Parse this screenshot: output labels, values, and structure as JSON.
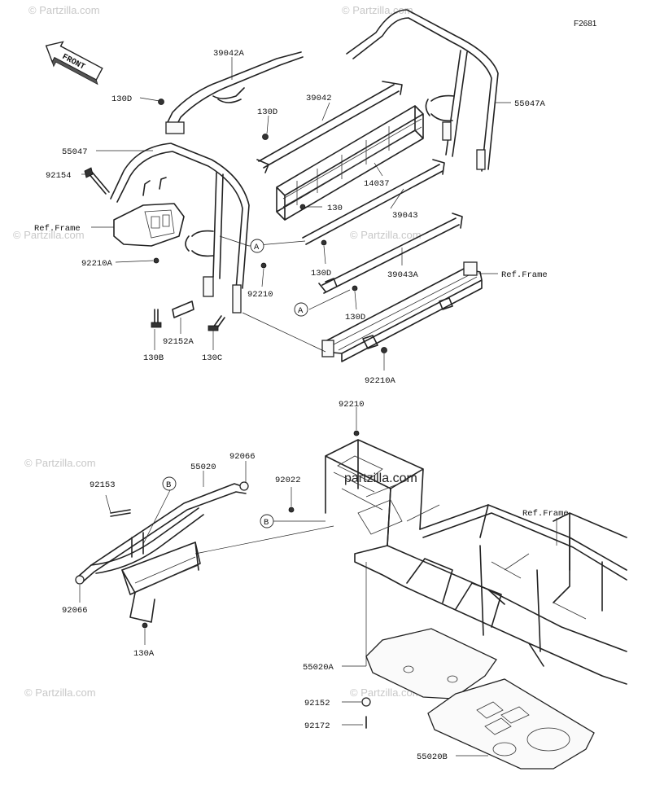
{
  "figure_code": "F2681",
  "front_label": "FRONT",
  "watermark": "© Partzilla.com",
  "site_mark": "partzilla.com",
  "callouts": {
    "c39042A": "39042A",
    "c130D_1": "130D",
    "c39042": "39042",
    "c130D_2": "130D",
    "c55047A": "55047A",
    "c55047": "55047",
    "c92154": "92154",
    "c14037": "14037",
    "c130": "130",
    "c39043": "39043",
    "cRefFrame1": "Ref.Frame",
    "c92210A_1": "92210A",
    "cA1": "A",
    "c130D_3": "130D",
    "c39043A": "39043A",
    "cRefFrame2": "Ref.Frame",
    "c92210": "92210",
    "cA2": "A",
    "c130D_4": "130D",
    "c92152A": "92152A",
    "c130B": "130B",
    "c130C": "130C",
    "c92210A_2": "92210A",
    "c92210_2": "92210",
    "c92066_1": "92066",
    "c55020": "55020",
    "c92153": "92153",
    "cB1": "B",
    "c92022": "92022",
    "cB2": "B",
    "cRefFrame3": "Ref.Frame",
    "c92066_2": "92066",
    "c130A": "130A",
    "c55020A": "55020A",
    "c92152": "92152",
    "c92172": "92172",
    "c55020B": "55020B"
  }
}
